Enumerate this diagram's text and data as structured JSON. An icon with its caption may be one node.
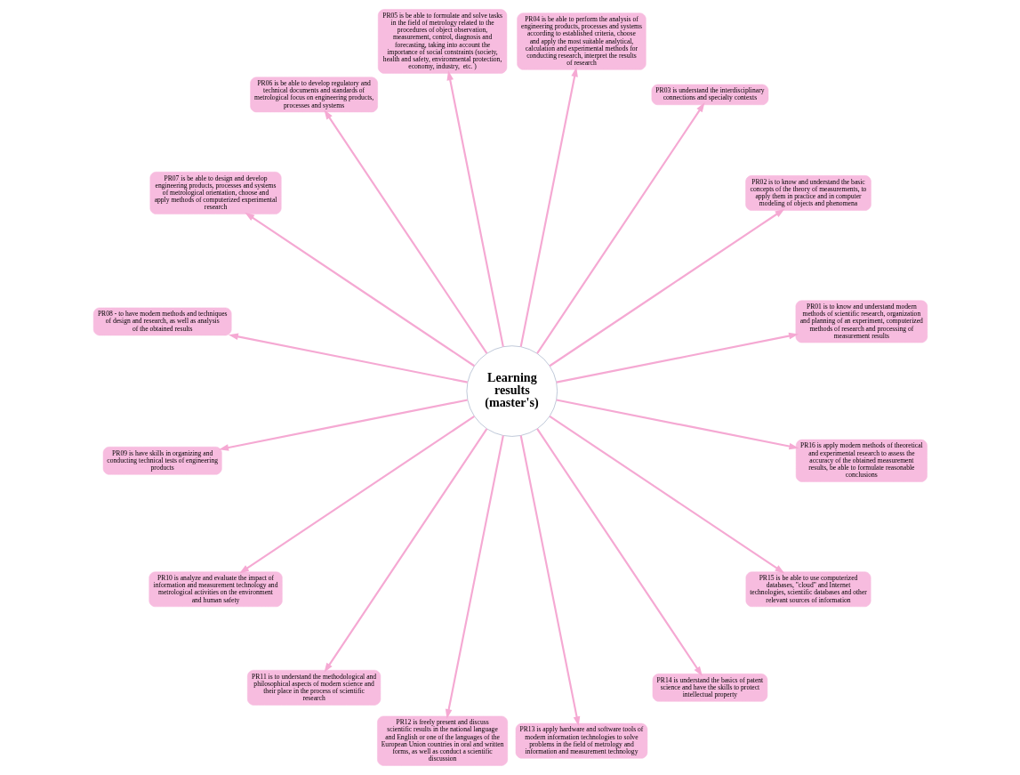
{
  "diagram": {
    "nodes": [
      {
        "text": [
          "Learning results (master's)"
        ]
      },
      {
        "text": [
          "PR01 is to know and understand modern methods of scientific research, organization and planning of an experiment, computerized methods of research and processing of measurement results"
        ]
      },
      {
        "text": [
          "PR02 is to know and understand the basic concepts of the theory of measurements, to apply them in practice and in computer modeling of objects and phenomena"
        ]
      },
      {
        "text": [
          "PR03 is understand the interdisciplinary connections and specialty contexts"
        ]
      },
      {
        "text": [
          "PR04 is be able to perform the analysis of engineering products, processes and systems according to established criteria, choose and apply the most suitable analytical, calculation and experimental methods for conducting research, interpret the results of research"
        ]
      },
      {
        "text": [
          "PR05 is be able to formulate and solve tasks in the field of metrology related to the procedures of object observation, measurement, control, diagnosis and forecasting, taking into account the importance of social constraints (society, health and safety, environmental protection, economy, industry,  etc. )"
        ]
      },
      {
        "text": [
          "PR06 is be able to develop regulatory and technical documents and standards of metrological focus on engineering products, processes and systems"
        ]
      },
      {
        "text": [
          "PR07 is be able to design and develop engineering products, processes and systems of metrological orientation, choose and apply methods of computerized experimental research"
        ]
      },
      {
        "text": [
          "PR08 - to have modern methods and techniques of design and research, as well as analysis of the obtained results"
        ]
      },
      {
        "text": [
          "PR09 is have skills in organizing and conducting technical tests of engineering products"
        ]
      },
      {
        "text": [
          "PR10 is analyze and evaluate the impact of information and measurement technology and metrological activities on the environment and human safety"
        ]
      },
      {
        "text": [
          "PR11 is to understand the methodological and philosophical aspects of modern science and their place in the process of scientific research"
        ]
      },
      {
        "text": [
          "PR12 is freely present and discuss scientific results in the national language and English or one of the languages of the European Union countries in oral and written forms, as well as conduct a scientific  discussion"
        ]
      },
      {
        "text": [
          "PR13 is apply hardware and software tools of modern information technologies to solve problems in the field of metrology and information and measurement technology"
        ]
      },
      {
        "text": [
          "PR14 is understand the basics of patent science and have the skills to protect intellectual property"
        ]
      },
      {
        "text": [
          "PR15 is be able to use computerized databases, \"cloud\" and Internet technologies, scientific databases and other relevant sources of information"
        ]
      },
      {
        "text": [
          "PR16 is apply modern methods of theoretical and experimental research to assess the accuracy of the obtained measurement results, be able to formulate reasonable conclusions"
        ]
      }
    ],
    "edges": [
      {
        "from": 0,
        "to": 1,
        "arrow": "to"
      },
      {
        "from": 0,
        "to": 2,
        "arrow": "to"
      },
      {
        "from": 0,
        "to": 3,
        "arrow": "to"
      },
      {
        "from": 0,
        "to": 4,
        "arrow": "to"
      },
      {
        "from": 0,
        "to": 5,
        "arrow": "to"
      },
      {
        "from": 0,
        "to": 6,
        "arrow": "to"
      },
      {
        "from": 0,
        "to": 7,
        "arrow": "to"
      },
      {
        "from": 0,
        "to": 8,
        "arrow": "to"
      },
      {
        "from": 0,
        "to": 9,
        "arrow": "to"
      },
      {
        "from": 0,
        "to": 10,
        "arrow": "to"
      },
      {
        "from": 0,
        "to": 11,
        "arrow": "to"
      },
      {
        "from": 0,
        "to": 12,
        "arrow": "to"
      },
      {
        "from": 0,
        "to": 13,
        "arrow": "to"
      },
      {
        "from": 0,
        "to": 14,
        "arrow": "to"
      },
      {
        "from": 0,
        "to": 15,
        "arrow": "to"
      },
      {
        "from": 0,
        "to": 16,
        "arrow": "to"
      }
    ]
  }
}
